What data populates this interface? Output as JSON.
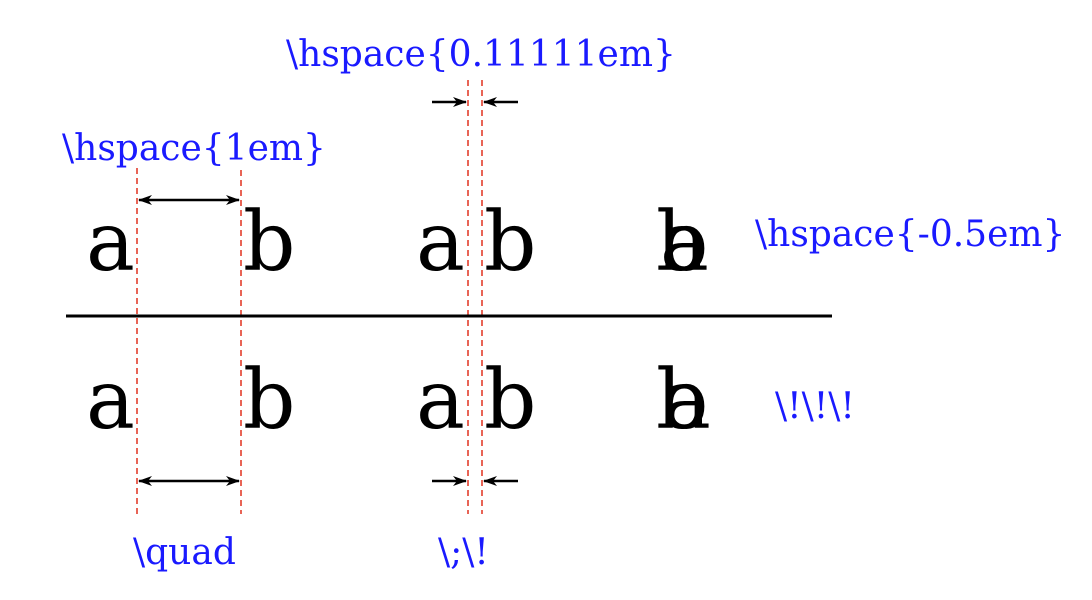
{
  "colors": {
    "label": "#1a1aff",
    "guide": "#e0301e",
    "ink": "#000000"
  },
  "top_row": {
    "pair1": {
      "left": "a",
      "right": "b"
    },
    "pair2": {
      "left": "a",
      "right": "b"
    },
    "pair3": {
      "left": "a",
      "right": "b"
    }
  },
  "bottom_row": {
    "pair1": {
      "left": "a",
      "right": "b"
    },
    "pair2": {
      "left": "a",
      "right": "b"
    },
    "pair3": {
      "left": "a",
      "right": "b"
    }
  },
  "labels": {
    "hspace_1em": "\\hspace{1em}",
    "hspace_thin": "\\hspace{0.11111em}",
    "hspace_neg": "\\hspace{-0.5em}",
    "quad": "\\quad",
    "thinspace_combo": "\\;\\!",
    "neg_thin_combo": "\\!\\!\\!"
  }
}
